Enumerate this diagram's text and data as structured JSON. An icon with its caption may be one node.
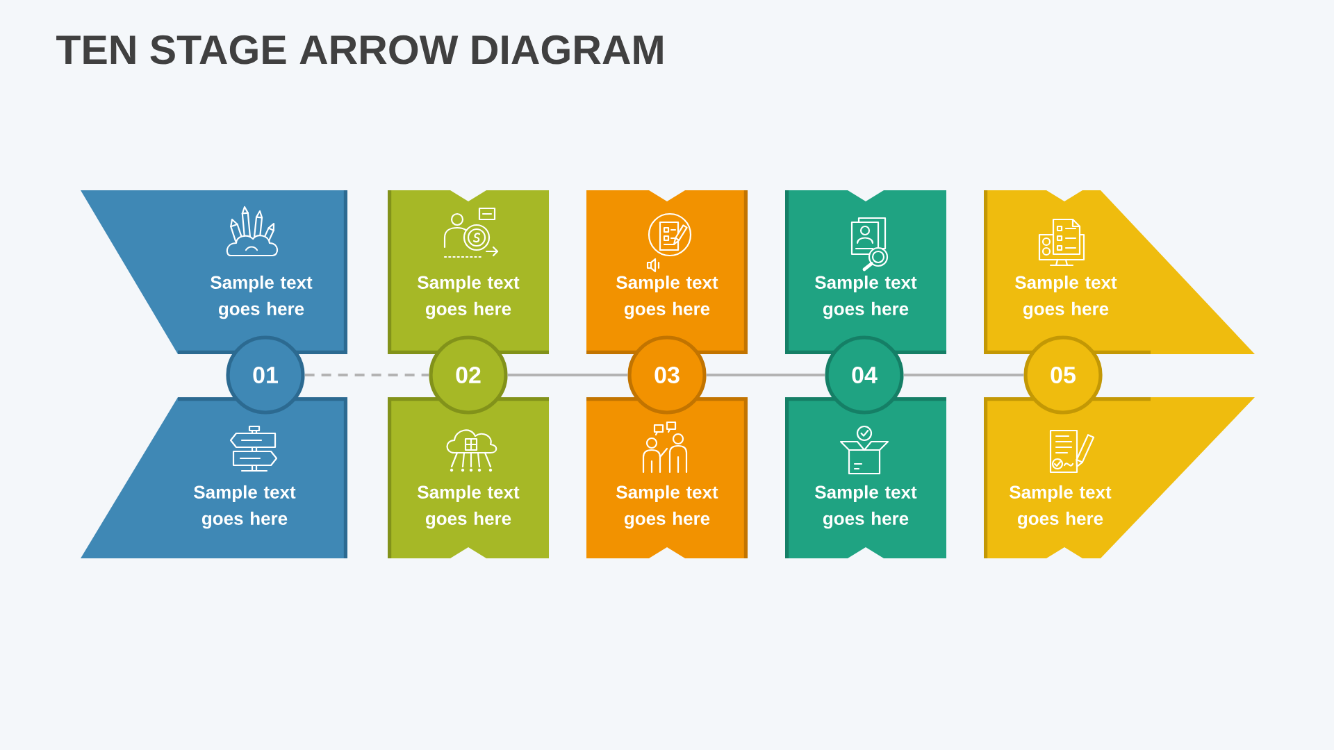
{
  "diagram": {
    "title": "TEN STAGE ARROW DIAGRAM",
    "nodes": [
      {
        "text": [
          "Sample text goes here"
        ]
      },
      {
        "text": [
          "01"
        ]
      },
      {
        "text": [
          "Sample text goes here"
        ]
      },
      {
        "text": [
          "Sample text goes here"
        ]
      },
      {
        "text": [
          "02"
        ]
      },
      {
        "text": [
          "Sample text goes here"
        ]
      },
      {
        "text": [
          "Sample text goes here"
        ]
      },
      {
        "text": [
          "03"
        ]
      },
      {
        "text": [
          "Sample text goes here"
        ]
      },
      {
        "text": [
          "Sample text goes here"
        ]
      },
      {
        "text": [
          "04"
        ]
      },
      {
        "text": [
          "Sample text goes here"
        ]
      },
      {
        "text": [
          "Sample text goes here"
        ]
      },
      {
        "text": [
          "05"
        ]
      },
      {
        "text": [
          "Sample text goes here"
        ]
      }
    ],
    "edges": [
      {
        "from": 1,
        "to": 4,
        "arrow": "none",
        "style": "dashed"
      },
      {
        "from": 4,
        "to": 7,
        "arrow": "none"
      },
      {
        "from": 7,
        "to": 10,
        "arrow": "none"
      },
      {
        "from": 10,
        "to": 13,
        "arrow": "none"
      }
    ]
  }
}
